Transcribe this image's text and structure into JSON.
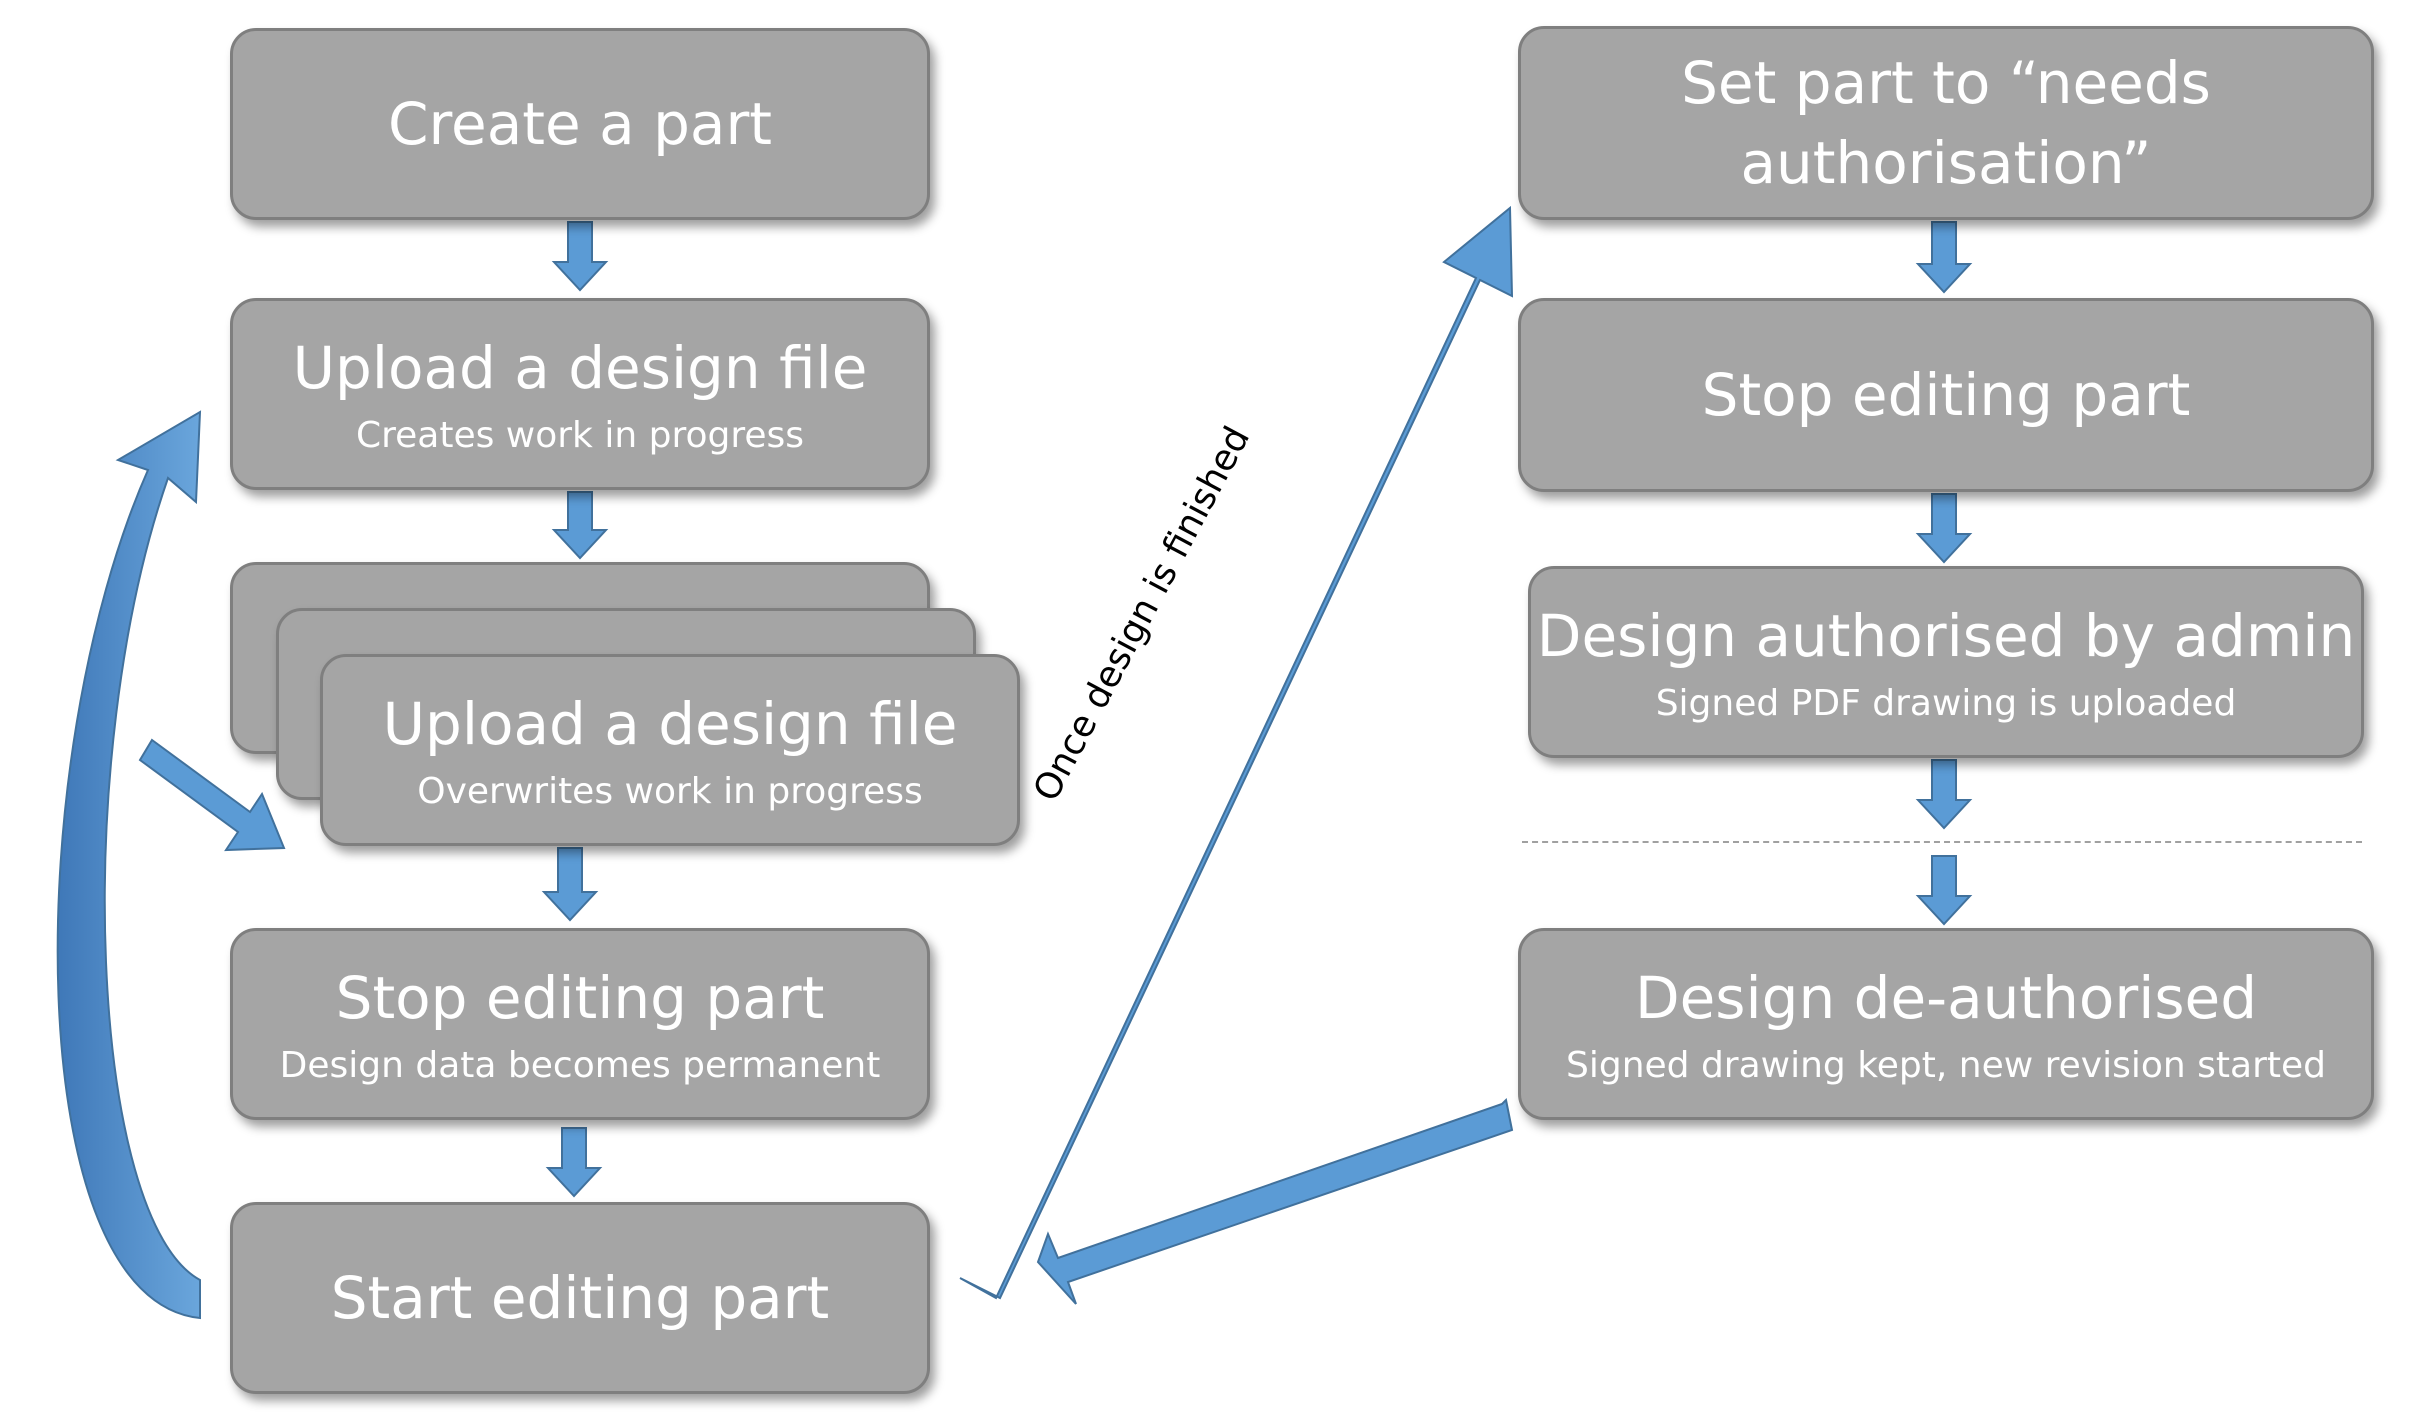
{
  "colors": {
    "box_fill": "#a5a5a5",
    "box_border": "#7f7f7f",
    "arrow_fill": "#5b9bd5",
    "arrow_stroke": "#41719c",
    "label_color": "#000000"
  },
  "left_column": {
    "create_part": {
      "title": "Create a part"
    },
    "upload_first": {
      "title": "Upload a design file",
      "subtitle": "Creates work in progress"
    },
    "upload_overwrite": {
      "title": "Upload a design file",
      "subtitle": "Overwrites work in progress"
    },
    "stop_editing": {
      "title": "Stop editing part",
      "subtitle": "Design data becomes permanent"
    },
    "start_editing": {
      "title": "Start editing part"
    }
  },
  "right_column": {
    "needs_authorisation": {
      "title": "Set part to “needs authorisation”"
    },
    "stop_editing": {
      "title": "Stop editing part"
    },
    "authorised": {
      "title": "Design authorised by admin",
      "subtitle": "Signed PDF drawing is uploaded"
    },
    "deauthorised": {
      "title": "Design de-authorised",
      "subtitle": "Signed drawing kept, new revision started"
    }
  },
  "connector_label": "Once design is finished"
}
